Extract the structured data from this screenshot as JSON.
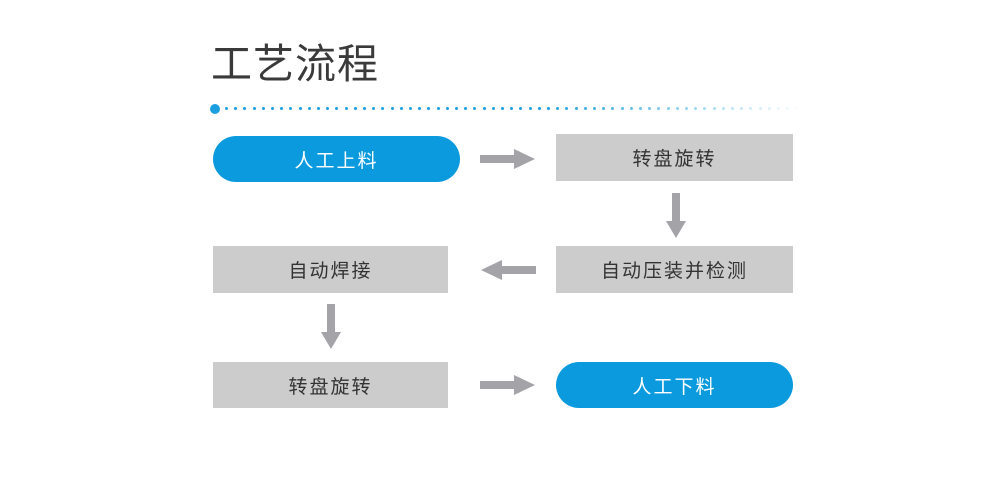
{
  "header": {
    "title": "工艺流程",
    "accent_color": "#1b9fe0",
    "title_color": "#3a3a3a"
  },
  "theme": {
    "terminal_fill": "#0c9ade",
    "terminal_text": "#ffffff",
    "process_fill": "#cccccc",
    "process_text": "#333333",
    "arrow_fill": "#a3a3a8",
    "background": "#ffffff"
  },
  "flow": {
    "type": "flowchart",
    "direction": "serpentine",
    "nodes": [
      {
        "id": "n1",
        "label": "人工上料",
        "shape": "pill",
        "role": "terminal",
        "row": 1,
        "column": "left"
      },
      {
        "id": "n2",
        "label": "转盘旋转",
        "shape": "rectangle",
        "role": "process",
        "row": 1,
        "column": "right"
      },
      {
        "id": "n3",
        "label": "自动压装并检测",
        "shape": "rectangle",
        "role": "process",
        "row": 2,
        "column": "right"
      },
      {
        "id": "n4",
        "label": "自动焊接",
        "shape": "rectangle",
        "role": "process",
        "row": 2,
        "column": "left"
      },
      {
        "id": "n5",
        "label": "转盘旋转",
        "shape": "rectangle",
        "role": "process",
        "row": 3,
        "column": "left"
      },
      {
        "id": "n6",
        "label": "人工下料",
        "shape": "pill",
        "role": "terminal",
        "row": 3,
        "column": "right"
      }
    ],
    "edges": [
      {
        "from": "n1",
        "to": "n2",
        "direction": "right"
      },
      {
        "from": "n2",
        "to": "n3",
        "direction": "down"
      },
      {
        "from": "n3",
        "to": "n4",
        "direction": "left"
      },
      {
        "from": "n4",
        "to": "n5",
        "direction": "down"
      },
      {
        "from": "n5",
        "to": "n6",
        "direction": "right"
      }
    ]
  }
}
